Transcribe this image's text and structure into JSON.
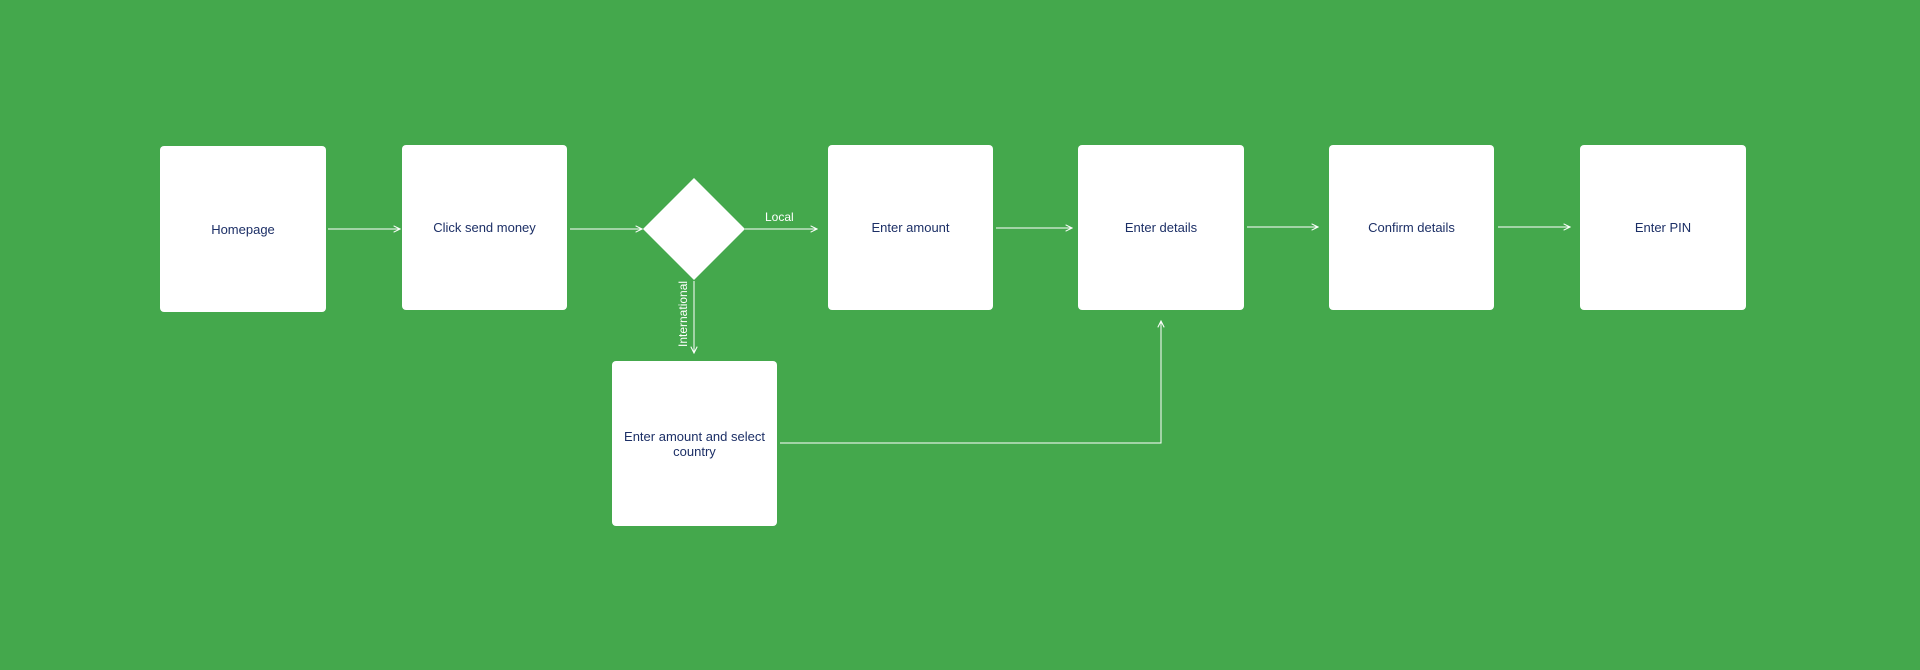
{
  "colors": {
    "background": "#44a84c",
    "node_fill": "#ffffff",
    "node_text": "#1c2f66",
    "edge": "#ffffff"
  },
  "nodes": {
    "homepage": "Homepage",
    "click_send_money": "Click send money",
    "enter_amount": "Enter amount",
    "enter_details": "Enter details",
    "confirm_details": "Confirm details",
    "enter_pin": "Enter PIN",
    "enter_amount_select_country": "Enter amount and select country"
  },
  "edge_labels": {
    "local": "Local",
    "international": "International"
  }
}
